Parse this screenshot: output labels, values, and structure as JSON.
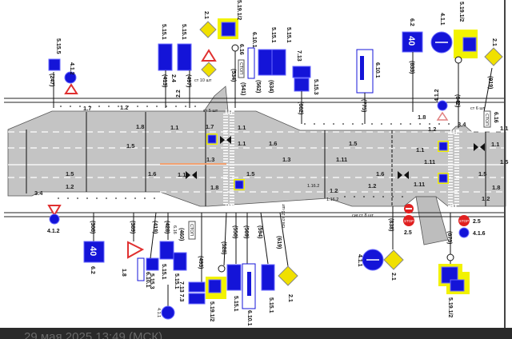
{
  "top_signs": {
    "s5_15_5": "5.15.5",
    "s4_1_2a": "4.1.2",
    "d247": "(247)",
    "s5_15_1a": "5.15.1",
    "s5_15_1b": "5.15.1",
    "d413": "(413)",
    "d497": "(497)",
    "s2_4": "2.4",
    "s2_2": "2.2",
    "s2_1a": "2.1",
    "s5_19a": "5.19.1/2",
    "s6_10_1a": "6.10.1",
    "s6_16a": "6.16",
    "d534": "(534)",
    "d541": "(541)",
    "s5_15_1c": "5.15.1",
    "s5_15_1d": "5.15.1",
    "d562": "(562)",
    "d634": "(634)",
    "s7_13a": "7.13",
    "s5_15_3a": "5.15.3",
    "d662": "(662)",
    "d775": "(775)",
    "s6_10_1b": "6.10.1",
    "s6_2a": "6.2",
    "speed_a": "40",
    "d833": "(833)",
    "s4_1_1a": "4.1.1",
    "s5_19b": "5.19.1/2",
    "s2_1b": "2.1",
    "d919": "(919)",
    "s4_1_2b": "4.1.2",
    "d842": "(842)",
    "s6_16b": "6.16",
    "stop_plate": "СТОП"
  },
  "bottom_signs": {
    "s4_1_2": "4.1.2",
    "d308": "(308)",
    "speed_b": "40",
    "s6_2": "6.2",
    "d389": "(389)",
    "s1_8": "1.8",
    "s6_10_1c": "6.10.1",
    "s5_15_3b": "5.15.3",
    "d419": "(419)",
    "d428": "(428)",
    "s5_15_1e": "5.15.1",
    "s5_15_1f": "5.15.1",
    "d460": "(460)",
    "s6_16c": "6.16",
    "stop_plate": "СТОП",
    "s7_13_7_3": "7.13 7.3",
    "d493": "(493)",
    "s4_1_1b": "4.1.1",
    "s5_19c": "5.19.1/2",
    "d528": "(528)",
    "d550": "(550)",
    "d569": "(569)",
    "s5_15_1g": "5.15.1",
    "s6_10_1d": "6.10.1",
    "d594": "(594)",
    "s5_15_1h": "5.15.1",
    "d619": "(619)",
    "s2_1c": "2.1",
    "d838": "(838)",
    "s2_5a": "2.5",
    "s4_1_1c": "4.1.1",
    "s2_1d": "2.1",
    "d873": "(873)",
    "s2_5b": "2.5",
    "s4_1_6": "4.1.6",
    "s5_19d": "5.19.1/2",
    "stop_word": "STOP"
  },
  "notes": {
    "st10": "ст 10 шт",
    "st5": "ст 5 шт",
    "sig26": "сиг.ст 26 шт",
    "sig8": "сиг.ст 8 шт",
    "st6": "ст 6 шт",
    "m1162a": "1.16.2",
    "m1162b": "1.16.2"
  },
  "markings": {
    "a": "1.7",
    "b": "1.2",
    "c": "1.8",
    "d": "1.1",
    "e": "1.7",
    "f": "1.1",
    "g": "1.5",
    "h": "1.1",
    "i": "1.3",
    "j": "1.5",
    "k": "1.6",
    "l": "1.1",
    "m": "1.5",
    "n": "1.2",
    "o": "1.8",
    "p": "1.6",
    "q": "1.3",
    "r": "1.5",
    "s": "1.11",
    "t": "1.6",
    "u": "1.2",
    "v": "1.11",
    "w": "1.11",
    "x": "1.2",
    "y": "1.1",
    "z": "1.5",
    "aa": "1.8",
    "ab": "1.2",
    "ac": "1.8",
    "ad": "1.2",
    "ae": "3.4",
    "af": "3.4",
    "ag": "1.1",
    "ah": "1.5",
    "ai": "1.1"
  },
  "footer": {
    "timestamp": "29 мая 2025 13:49 (МСК)"
  }
}
